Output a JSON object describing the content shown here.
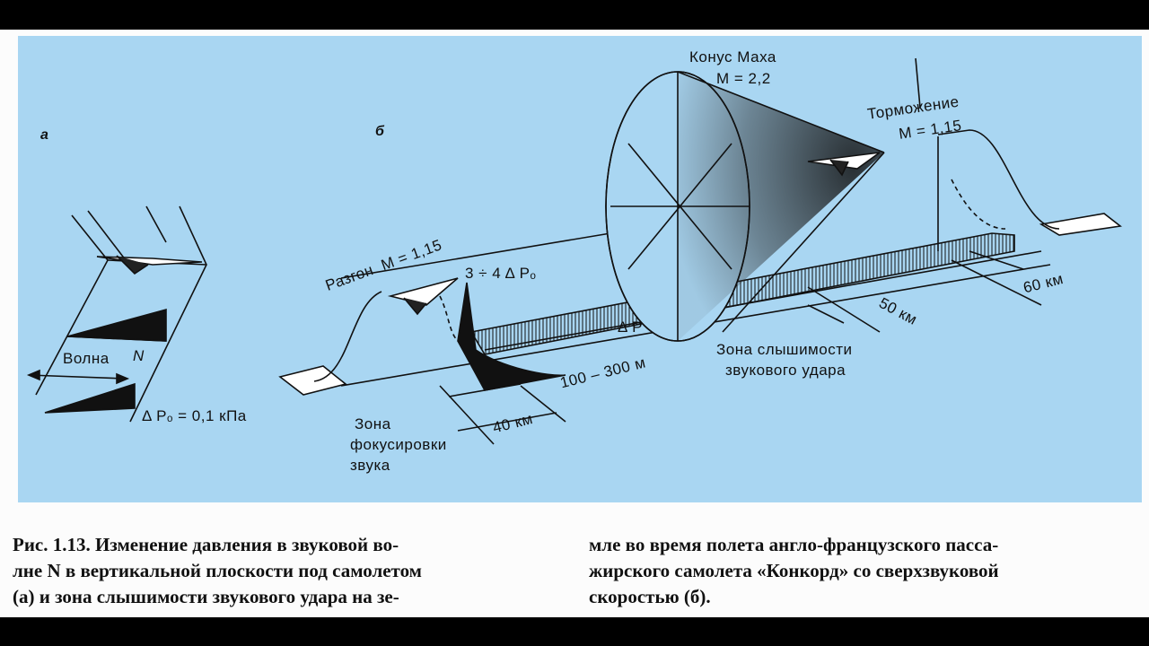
{
  "figure": {
    "panel_a": "а",
    "panel_b": "б",
    "volna_label": "Волна",
    "volna_N": "N",
    "delta_p0_a": "Δ Pₒ = 0,1 кПа",
    "mach_cone_title": "Конус Маха",
    "mach_cone_m": "М = 2,2",
    "braking_title": "Торможение",
    "braking_m": "М = 1,15",
    "accel_label": "Разгон  М = 1,15",
    "peak_pressure": "3 ÷ 4 Δ Pₒ",
    "delta_p": "Δ P",
    "dist_100_300": "100 – 300 м",
    "dist_40": "40 км",
    "dist_50": "50 км",
    "dist_60": "60 км",
    "audibility_zone_1": "Зона слышимости",
    "audibility_zone_2": "звукового удара",
    "focus_zone_1": "Зона",
    "focus_zone_2": "фокусировки",
    "focus_zone_3": "звука"
  },
  "caption": {
    "left_lines": [
      "Рис. 1.13. Изменение давления в звуковой во-",
      "лне N в вертикальной плоскости под самолетом",
      "(а) и зона слышимости звукового удара на зе-"
    ],
    "right_lines": [
      "мле во время полета англо-французского пасса-",
      "жирского самолета «Конкорд» со сверхзвуковой",
      "скоростью (б)."
    ]
  },
  "colors": {
    "background": "#a9d6f2",
    "frame": "#000000",
    "ink": "#111111",
    "paper": "#fcfcfc"
  }
}
